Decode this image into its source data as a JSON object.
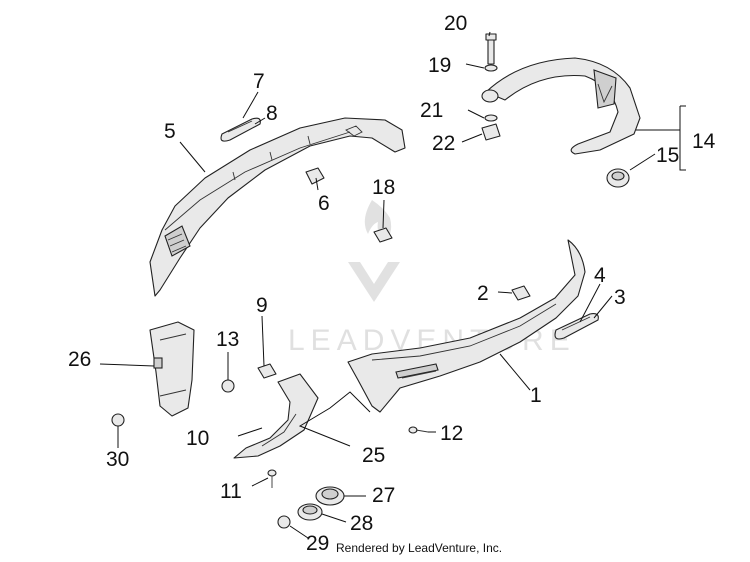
{
  "watermark": {
    "brand": "LEADVENTURE"
  },
  "footer": "Rendered by LeadVenture, Inc.",
  "callouts": {
    "c1": "1",
    "c2": "2",
    "c3": "3",
    "c4": "4",
    "c5": "5",
    "c6": "6",
    "c7": "7",
    "c8": "8",
    "c9": "9",
    "c10": "10",
    "c11": "11",
    "c12": "12",
    "c13": "13",
    "c14": "14",
    "c15": "15",
    "c18": "18",
    "c19": "19",
    "c20": "20",
    "c21": "21",
    "c22": "22",
    "c25": "25",
    "c26": "26",
    "c27": "27",
    "c28": "28",
    "c29": "29",
    "c30": "30"
  }
}
